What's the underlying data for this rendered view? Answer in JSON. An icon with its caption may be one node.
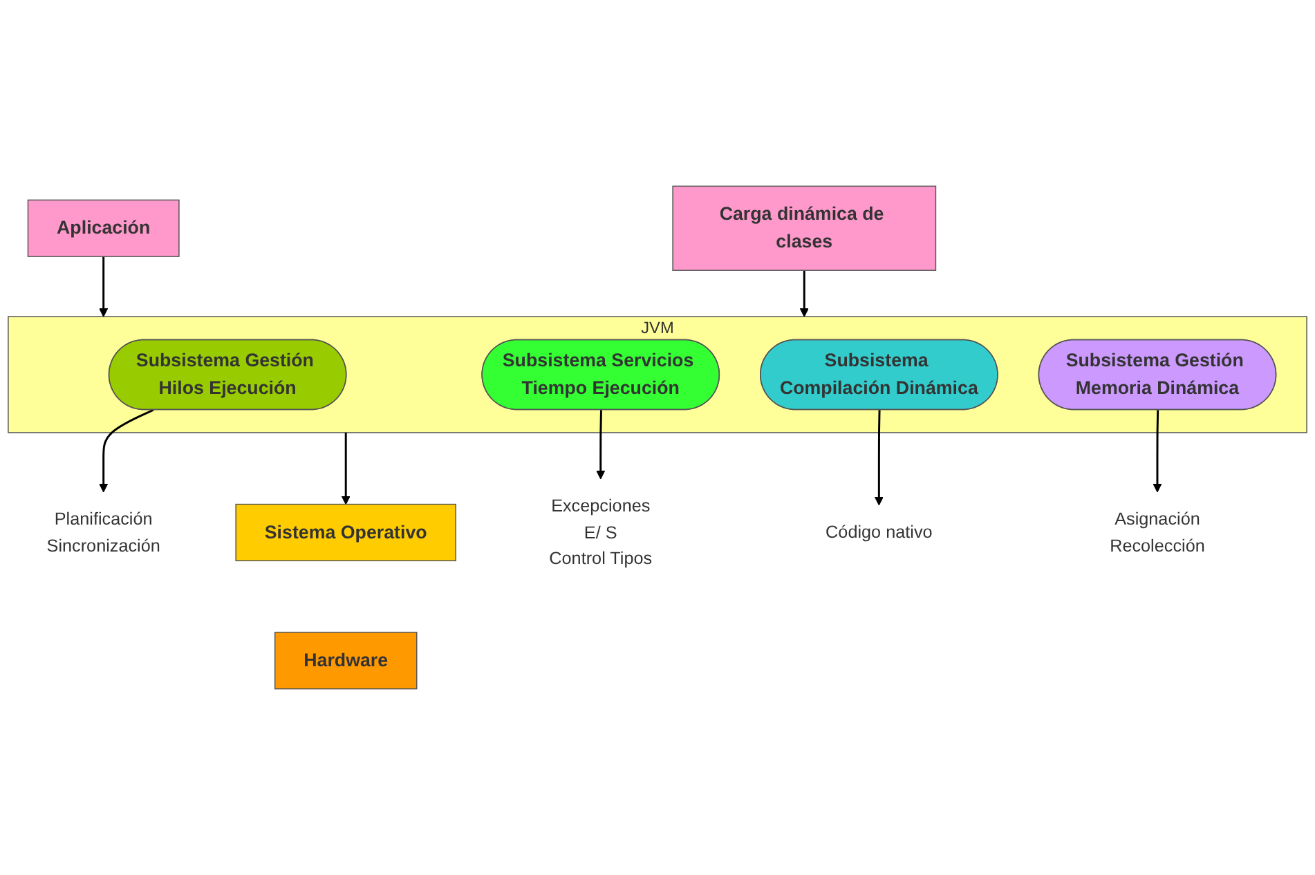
{
  "diagram": {
    "nodes": [
      {
        "text": [
          "Aplicación"
        ]
      },
      {
        "text": [
          "Carga dinámica de clases"
        ]
      },
      {
        "text": [
          "JVM"
        ]
      },
      {
        "text": [
          "Subsistema Gestión Hilos Ejecución"
        ],
        "in": 2
      },
      {
        "text": [
          "Subsistema Servicios Tiempo Ejecución"
        ],
        "in": 2
      },
      {
        "text": [
          "Subsistema Compilación Dinámica"
        ],
        "in": 2
      },
      {
        "text": [
          "Subsistema Gestión Memoria Dinámica"
        ],
        "in": 2
      },
      {
        "text": [
          "Planificación",
          "Sincronización"
        ]
      },
      {
        "text": [
          "Excepciones",
          "E/ S",
          "Control Tipos"
        ]
      },
      {
        "text": [
          "Código nativo"
        ]
      },
      {
        "text": [
          "Asignación",
          "Recolección"
        ]
      },
      {
        "text": [
          "Sistema Operativo"
        ]
      },
      {
        "text": [
          "Hardware"
        ]
      }
    ],
    "edges": [
      {
        "from": 0,
        "to": 2,
        "arrow": "to"
      },
      {
        "from": 1,
        "to": 2,
        "arrow": "to"
      },
      {
        "from": 3,
        "to": 7,
        "arrow": "to"
      },
      {
        "from": 4,
        "to": 8,
        "arrow": "to"
      },
      {
        "from": 5,
        "to": 9,
        "arrow": "to"
      },
      {
        "from": 6,
        "to": 10,
        "arrow": "to"
      },
      {
        "from": 2,
        "to": 11,
        "arrow": "to"
      }
    ]
  }
}
